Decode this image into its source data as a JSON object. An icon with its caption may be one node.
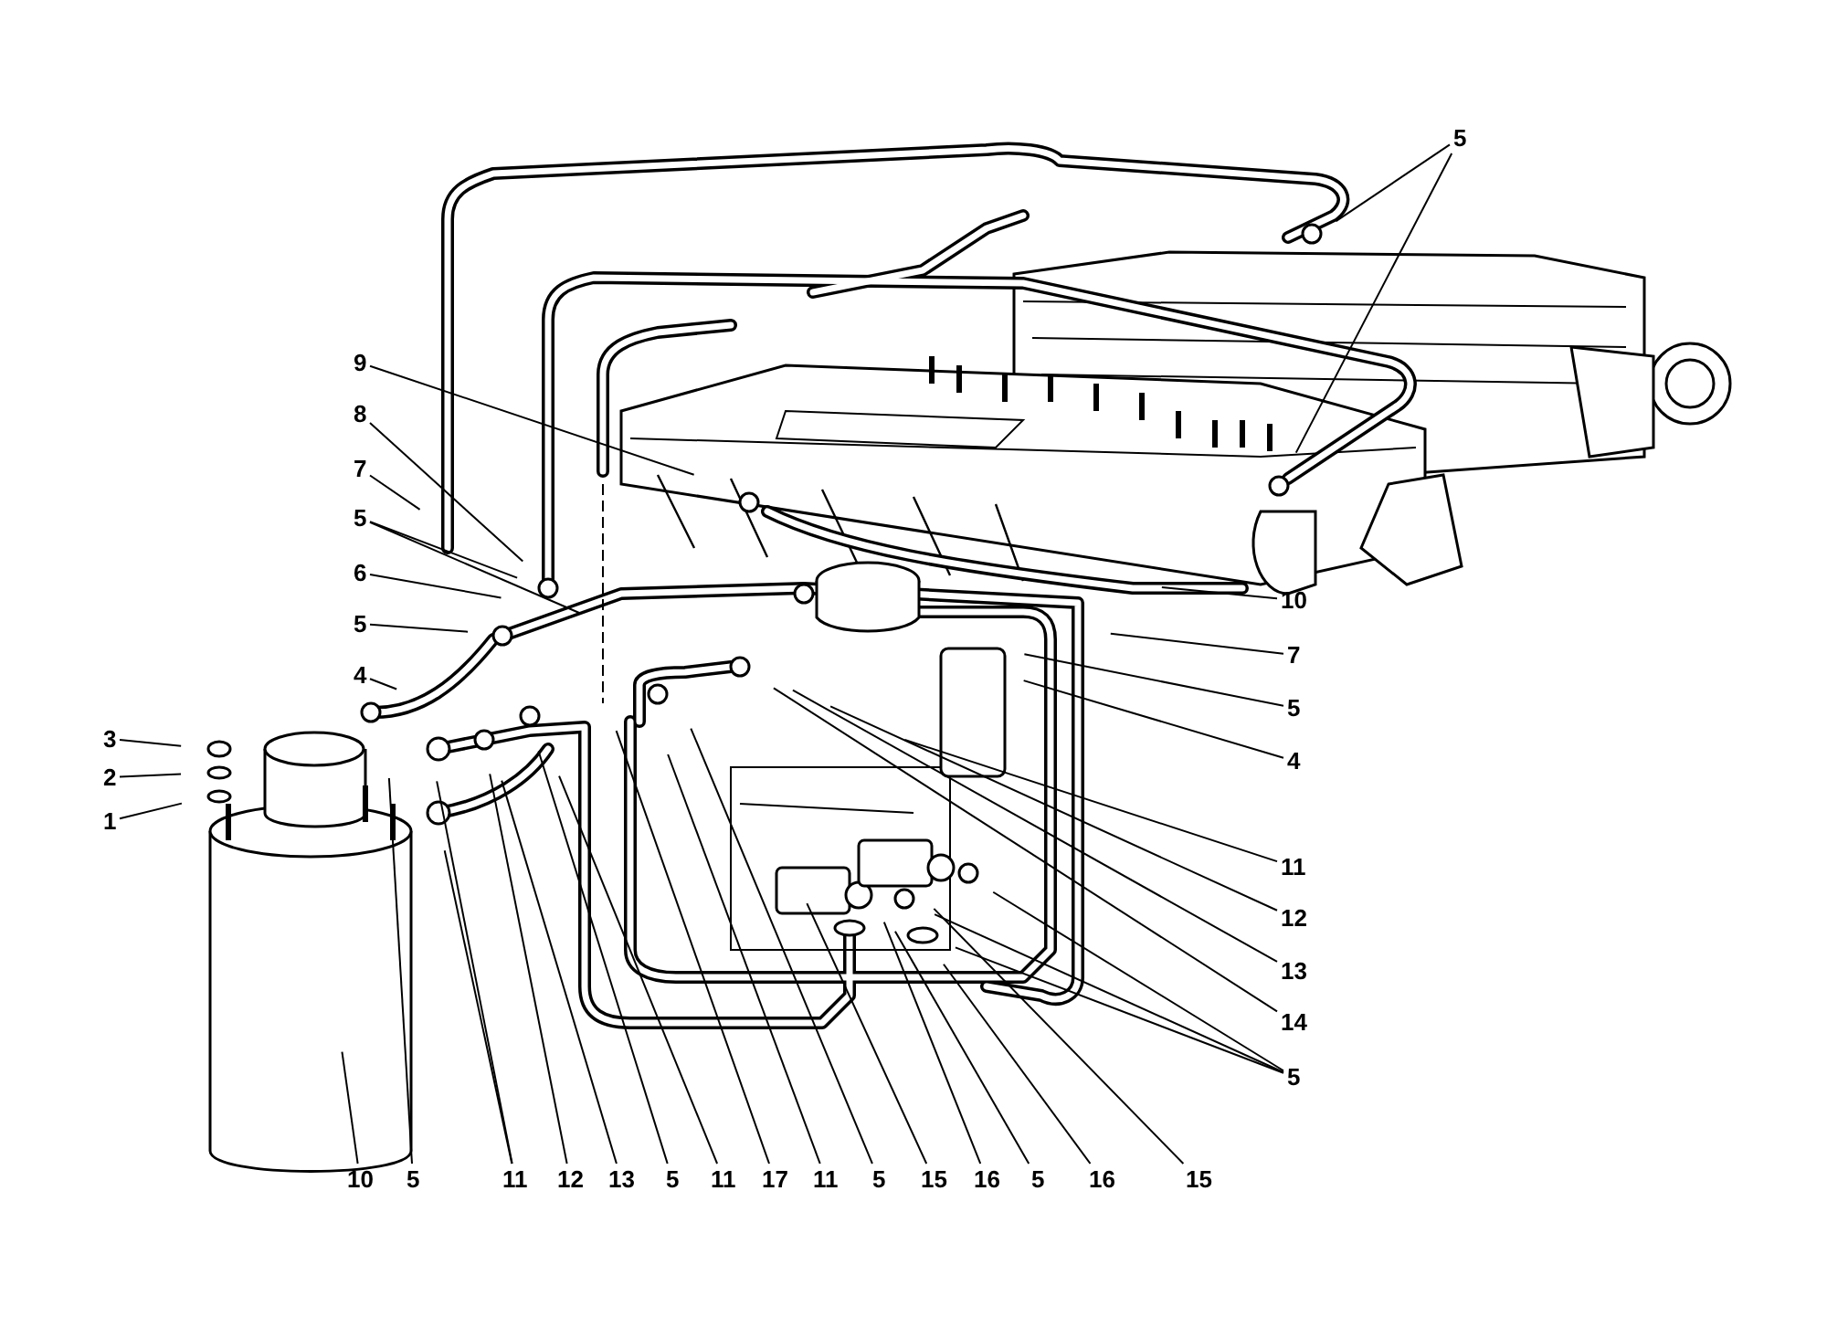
{
  "diagram": {
    "nodes": [
      {
        "text": [
          "5"
        ]
      },
      {
        "text": [
          "9"
        ]
      },
      {
        "text": [
          "8"
        ]
      },
      {
        "text": [
          "7"
        ]
      },
      {
        "text": [
          "5"
        ]
      },
      {
        "text": [
          "6"
        ]
      },
      {
        "text": [
          "5"
        ]
      },
      {
        "text": [
          "4"
        ]
      },
      {
        "text": [
          "3"
        ]
      },
      {
        "text": [
          "2"
        ]
      },
      {
        "text": [
          "1"
        ]
      },
      {
        "text": [
          "10"
        ]
      },
      {
        "text": [
          "7"
        ]
      },
      {
        "text": [
          "5"
        ]
      },
      {
        "text": [
          "4"
        ]
      },
      {
        "text": [
          "11"
        ]
      },
      {
        "text": [
          "12"
        ]
      },
      {
        "text": [
          "13"
        ]
      },
      {
        "text": [
          "14"
        ]
      },
      {
        "text": [
          "5"
        ]
      },
      {
        "text": [
          "10"
        ]
      },
      {
        "text": [
          "5"
        ]
      },
      {
        "text": [
          "11"
        ]
      },
      {
        "text": [
          "12"
        ]
      },
      {
        "text": [
          "13"
        ]
      },
      {
        "text": [
          "5"
        ]
      },
      {
        "text": [
          "11"
        ]
      },
      {
        "text": [
          "17"
        ]
      },
      {
        "text": [
          "11"
        ]
      },
      {
        "text": [
          "5"
        ]
      },
      {
        "text": [
          "15"
        ]
      },
      {
        "text": [
          "16"
        ]
      },
      {
        "text": [
          "5"
        ]
      },
      {
        "text": [
          "16"
        ]
      },
      {
        "text": [
          "15"
        ]
      }
    ],
    "edges": [
      {
        "from": 0,
        "to": null,
        "arrow": "none"
      },
      {
        "from": 0,
        "to": null,
        "arrow": "none"
      },
      {
        "from": 1,
        "to": null,
        "arrow": "none"
      },
      {
        "from": 2,
        "to": null,
        "arrow": "none"
      },
      {
        "from": 3,
        "to": null,
        "arrow": "none"
      },
      {
        "from": 4,
        "to": null,
        "arrow": "none"
      },
      {
        "from": 4,
        "to": null,
        "arrow": "none"
      },
      {
        "from": 5,
        "to": null,
        "arrow": "none"
      },
      {
        "from": 6,
        "to": null,
        "arrow": "none"
      },
      {
        "from": 7,
        "to": null,
        "arrow": "none"
      },
      {
        "from": 8,
        "to": null,
        "arrow": "none"
      },
      {
        "from": 9,
        "to": null,
        "arrow": "none"
      },
      {
        "from": 10,
        "to": null,
        "arrow": "none"
      },
      {
        "from": 11,
        "to": null,
        "arrow": "none"
      },
      {
        "from": 12,
        "to": null,
        "arrow": "none"
      },
      {
        "from": 13,
        "to": null,
        "arrow": "none"
      },
      {
        "from": 14,
        "to": null,
        "arrow": "none"
      },
      {
        "from": 15,
        "to": null,
        "arrow": "none"
      },
      {
        "from": 16,
        "to": null,
        "arrow": "none"
      },
      {
        "from": 17,
        "to": null,
        "arrow": "none"
      },
      {
        "from": 18,
        "to": null,
        "arrow": "none"
      },
      {
        "from": 19,
        "to": null,
        "arrow": "none"
      },
      {
        "from": 19,
        "to": null,
        "arrow": "none"
      },
      {
        "from": 19,
        "to": null,
        "arrow": "none"
      },
      {
        "from": 20,
        "to": null,
        "arrow": "none"
      },
      {
        "from": 21,
        "to": null,
        "arrow": "none"
      },
      {
        "from": 22,
        "to": null,
        "arrow": "none"
      },
      {
        "from": 22,
        "to": null,
        "arrow": "none"
      },
      {
        "from": 23,
        "to": null,
        "arrow": "none"
      },
      {
        "from": 24,
        "to": null,
        "arrow": "none"
      },
      {
        "from": 25,
        "to": null,
        "arrow": "none"
      },
      {
        "from": 26,
        "to": null,
        "arrow": "none"
      },
      {
        "from": 27,
        "to": null,
        "arrow": "none"
      },
      {
        "from": 28,
        "to": null,
        "arrow": "none"
      },
      {
        "from": 29,
        "to": null,
        "arrow": "none"
      },
      {
        "from": 30,
        "to": null,
        "arrow": "none"
      },
      {
        "from": 31,
        "to": null,
        "arrow": "none"
      },
      {
        "from": 32,
        "to": null,
        "arrow": "none"
      },
      {
        "from": 33,
        "to": null,
        "arrow": "none"
      },
      {
        "from": 34,
        "to": null,
        "arrow": "none"
      }
    ]
  }
}
